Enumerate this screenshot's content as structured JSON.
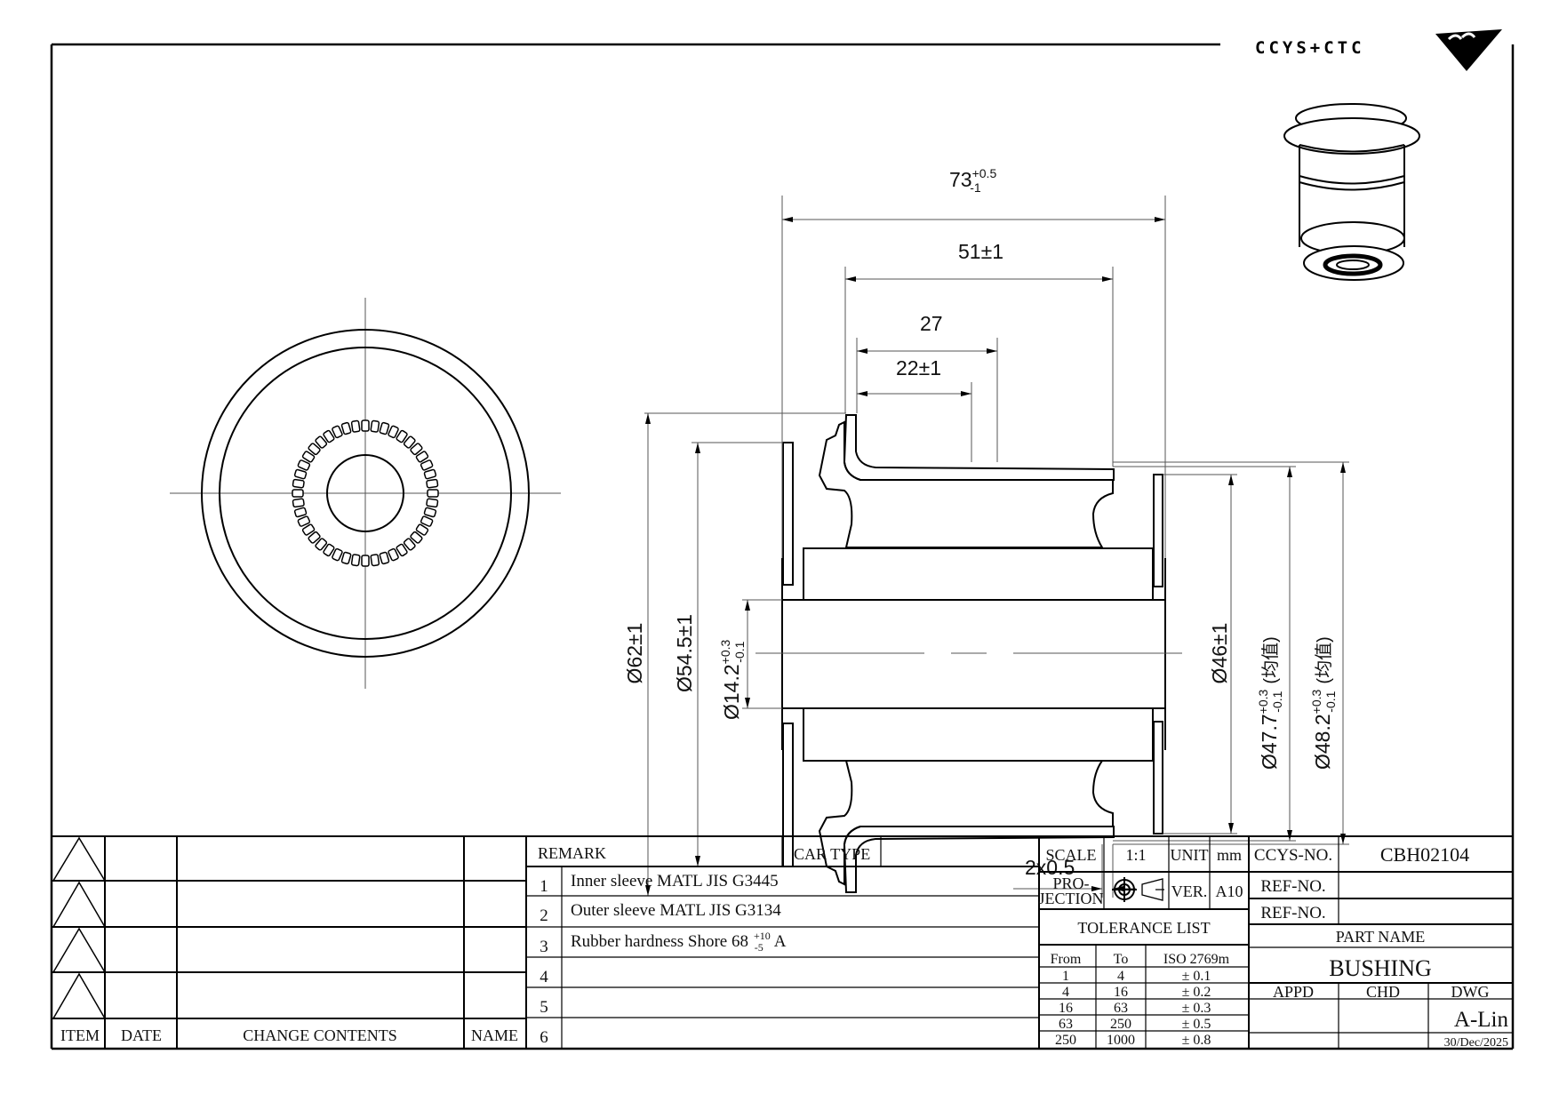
{
  "logo": {
    "text": "CCYS+CTC"
  },
  "dimensions": {
    "overall_length": {
      "base": "73",
      "upper": "+0.5",
      "lower": "-1"
    },
    "sleeve_length": "51±1",
    "d27": "27",
    "d22": "22±1",
    "chamfer": "2x0.5",
    "od_flange": "Ø62±1",
    "od_washer": "Ø54.5±1",
    "bore": {
      "base": "Ø14.2",
      "upper": "+0.3",
      "lower": "-0.1"
    },
    "d46": "Ø46±1",
    "d477": {
      "base": "Ø47.7",
      "upper": "+0.3",
      "lower": "-0.1",
      "note": "(均值)"
    },
    "d482": {
      "base": "Ø48.2",
      "upper": "+0.3",
      "lower": "-0.1",
      "note": "(均值)"
    }
  },
  "revisions": {
    "headers": {
      "item": "ITEM",
      "date": "DATE",
      "change": "CHANGE CONTENTS",
      "name": "NAME"
    }
  },
  "remarks": {
    "header": "REMARK",
    "car_type_label": "CAR TYPE",
    "car_type_value": "",
    "rows": [
      {
        "no": "1",
        "text": "Inner sleeve MATL JIS G3445"
      },
      {
        "no": "2",
        "text": "Outer sleeve MATL JIS G3134"
      },
      {
        "no": "3",
        "text": "Rubber hardness Shore 68",
        "upper": "+10",
        "lower": "-5",
        "suffix": "A"
      },
      {
        "no": "4",
        "text": ""
      },
      {
        "no": "5",
        "text": ""
      },
      {
        "no": "6",
        "text": ""
      }
    ]
  },
  "info": {
    "scale_label": "SCALE",
    "scale": "1:1",
    "unit_label": "UNIT",
    "unit": "mm",
    "projection_label_1": "PRO-",
    "projection_label_2": "JECTION",
    "ver_label": "VER.",
    "ver": "A10",
    "ccys_no_label": "CCYS-NO.",
    "ccys_no": "CBH02104",
    "ref_no_label": "REF-NO.",
    "part_name_label": "PART NAME",
    "part_name": "BUSHING",
    "appd": "APPD",
    "chd": "CHD",
    "dwg": "DWG",
    "drawn_by": "A-Lin",
    "date": "30/Dec/2025"
  },
  "tolerance": {
    "title": "TOLERANCE LIST",
    "headers": [
      "From",
      "To",
      "ISO 2769m"
    ],
    "rows": [
      [
        "1",
        "4",
        "± 0.1"
      ],
      [
        "4",
        "16",
        "± 0.2"
      ],
      [
        "16",
        "63",
        "± 0.3"
      ],
      [
        "63",
        "250",
        "± 0.5"
      ],
      [
        "250",
        "1000",
        "± 0.8"
      ]
    ]
  }
}
